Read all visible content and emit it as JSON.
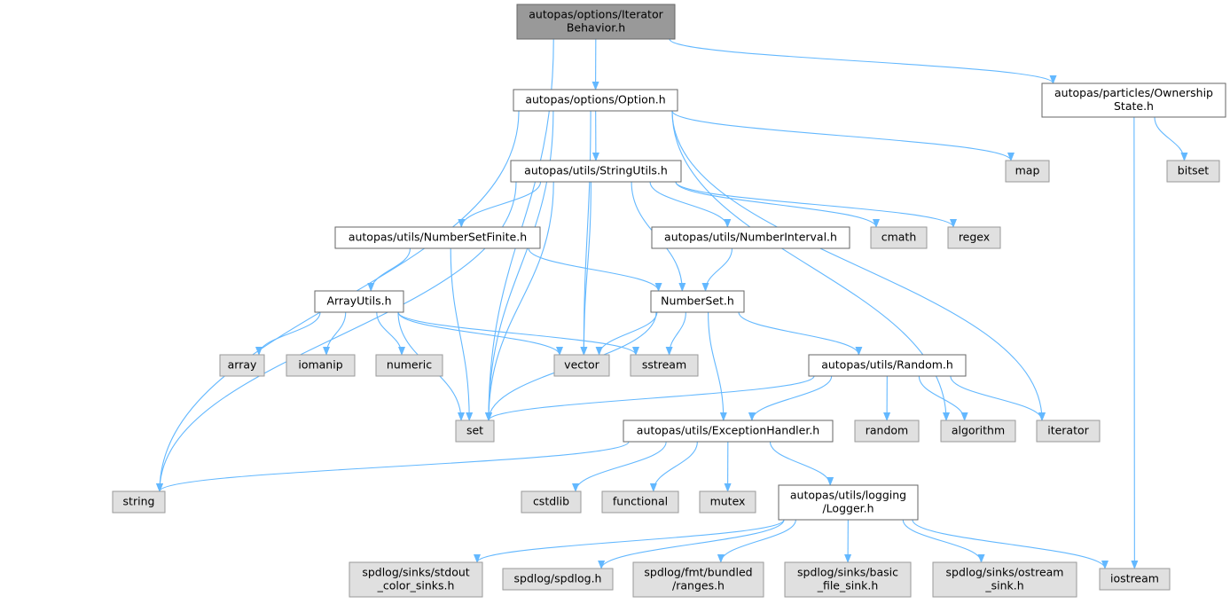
{
  "title": "Include dependency graph for IteratorBehavior.h",
  "colors": {
    "root_fill": "#999999",
    "root_stroke": "#666666",
    "header_fill": "#ffffff",
    "header_stroke": "#666666",
    "system_fill": "#e0e0e0",
    "system_stroke": "#999999",
    "edge": "#63b8ff"
  },
  "nodes": [
    {
      "id": "iterbeh",
      "kind": "root",
      "lines": [
        "autopas/options/Iterator",
        "Behavior.h"
      ]
    },
    {
      "id": "option",
      "kind": "header",
      "lines": [
        "autopas/options/Option.h"
      ]
    },
    {
      "id": "ownership",
      "kind": "header",
      "lines": [
        "autopas/particles/Ownership",
        "State.h"
      ]
    },
    {
      "id": "stringutils",
      "kind": "header",
      "lines": [
        "autopas/utils/StringUtils.h"
      ]
    },
    {
      "id": "map",
      "kind": "system",
      "lines": [
        "map"
      ]
    },
    {
      "id": "bitset",
      "kind": "system",
      "lines": [
        "bitset"
      ]
    },
    {
      "id": "nsfinite",
      "kind": "header",
      "lines": [
        "autopas/utils/NumberSetFinite.h"
      ]
    },
    {
      "id": "ninterval",
      "kind": "header",
      "lines": [
        "autopas/utils/NumberInterval.h"
      ]
    },
    {
      "id": "cmath",
      "kind": "system",
      "lines": [
        "cmath"
      ]
    },
    {
      "id": "regex",
      "kind": "system",
      "lines": [
        "regex"
      ]
    },
    {
      "id": "arrayutils",
      "kind": "header",
      "lines": [
        "ArrayUtils.h"
      ]
    },
    {
      "id": "numberset",
      "kind": "header",
      "lines": [
        "NumberSet.h"
      ]
    },
    {
      "id": "array",
      "kind": "system",
      "lines": [
        "array"
      ]
    },
    {
      "id": "iomanip",
      "kind": "system",
      "lines": [
        "iomanip"
      ]
    },
    {
      "id": "numeric",
      "kind": "system",
      "lines": [
        "numeric"
      ]
    },
    {
      "id": "vector",
      "kind": "system",
      "lines": [
        "vector"
      ]
    },
    {
      "id": "sstream",
      "kind": "system",
      "lines": [
        "sstream"
      ]
    },
    {
      "id": "random_h",
      "kind": "header",
      "lines": [
        "autopas/utils/Random.h"
      ]
    },
    {
      "id": "set",
      "kind": "system",
      "lines": [
        "set"
      ]
    },
    {
      "id": "exception",
      "kind": "header",
      "lines": [
        "autopas/utils/ExceptionHandler.h"
      ]
    },
    {
      "id": "random",
      "kind": "system",
      "lines": [
        "random"
      ]
    },
    {
      "id": "algorithm",
      "kind": "system",
      "lines": [
        "algorithm"
      ]
    },
    {
      "id": "iterator",
      "kind": "system",
      "lines": [
        "iterator"
      ]
    },
    {
      "id": "string",
      "kind": "system",
      "lines": [
        "string"
      ]
    },
    {
      "id": "cstdlib",
      "kind": "system",
      "lines": [
        "cstdlib"
      ]
    },
    {
      "id": "functional",
      "kind": "system",
      "lines": [
        "functional"
      ]
    },
    {
      "id": "mutex",
      "kind": "system",
      "lines": [
        "mutex"
      ]
    },
    {
      "id": "logger",
      "kind": "header",
      "lines": [
        "autopas/utils/logging",
        "/Logger.h"
      ]
    },
    {
      "id": "stdoutsinks",
      "kind": "system",
      "lines": [
        "spdlog/sinks/stdout",
        "_color_sinks.h"
      ]
    },
    {
      "id": "spdlog",
      "kind": "system",
      "lines": [
        "spdlog/spdlog.h"
      ]
    },
    {
      "id": "ranges",
      "kind": "system",
      "lines": [
        "spdlog/fmt/bundled",
        "/ranges.h"
      ]
    },
    {
      "id": "basicfile",
      "kind": "system",
      "lines": [
        "spdlog/sinks/basic",
        "_file_sink.h"
      ]
    },
    {
      "id": "ostreamsink",
      "kind": "system",
      "lines": [
        "spdlog/sinks/ostream",
        "_sink.h"
      ]
    },
    {
      "id": "iostream",
      "kind": "system",
      "lines": [
        "iostream"
      ]
    }
  ],
  "edges": [
    [
      "iterbeh",
      "option"
    ],
    [
      "iterbeh",
      "ownership"
    ],
    [
      "iterbeh",
      "set"
    ],
    [
      "option",
      "stringutils"
    ],
    [
      "option",
      "map"
    ],
    [
      "option",
      "string"
    ],
    [
      "option",
      "set"
    ],
    [
      "option",
      "vector"
    ],
    [
      "option",
      "algorithm"
    ],
    [
      "option",
      "iterator"
    ],
    [
      "ownership",
      "bitset"
    ],
    [
      "ownership",
      "iostream"
    ],
    [
      "stringutils",
      "nsfinite"
    ],
    [
      "stringutils",
      "ninterval"
    ],
    [
      "stringutils",
      "numberset"
    ],
    [
      "stringutils",
      "cmath"
    ],
    [
      "stringutils",
      "regex"
    ],
    [
      "stringutils",
      "vector"
    ],
    [
      "stringutils",
      "string"
    ],
    [
      "stringutils",
      "set"
    ],
    [
      "nsfinite",
      "arrayutils"
    ],
    [
      "nsfinite",
      "numberset"
    ],
    [
      "nsfinite",
      "set"
    ],
    [
      "ninterval",
      "numberset"
    ],
    [
      "arrayutils",
      "array"
    ],
    [
      "arrayutils",
      "iomanip"
    ],
    [
      "arrayutils",
      "numeric"
    ],
    [
      "arrayutils",
      "vector"
    ],
    [
      "arrayutils",
      "sstream"
    ],
    [
      "arrayutils",
      "set"
    ],
    [
      "numberset",
      "vector"
    ],
    [
      "numberset",
      "sstream"
    ],
    [
      "numberset",
      "random_h"
    ],
    [
      "numberset",
      "set"
    ],
    [
      "numberset",
      "exception"
    ],
    [
      "random_h",
      "set"
    ],
    [
      "random_h",
      "exception"
    ],
    [
      "random_h",
      "random"
    ],
    [
      "random_h",
      "algorithm"
    ],
    [
      "random_h",
      "iterator"
    ],
    [
      "exception",
      "string"
    ],
    [
      "exception",
      "cstdlib"
    ],
    [
      "exception",
      "functional"
    ],
    [
      "exception",
      "mutex"
    ],
    [
      "exception",
      "logger"
    ],
    [
      "logger",
      "stdoutsinks"
    ],
    [
      "logger",
      "spdlog"
    ],
    [
      "logger",
      "ranges"
    ],
    [
      "logger",
      "basicfile"
    ],
    [
      "logger",
      "ostreamsink"
    ],
    [
      "logger",
      "iostream"
    ]
  ]
}
